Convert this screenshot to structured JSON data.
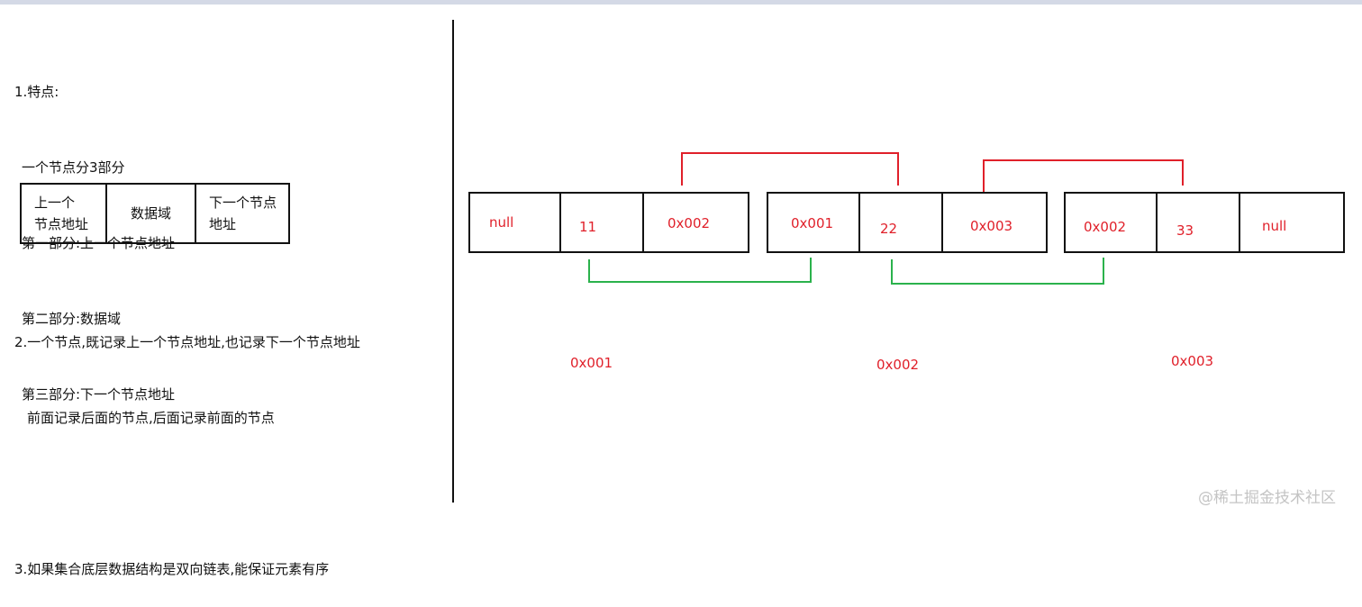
{
  "notes": {
    "line1": "1.特点:",
    "line2": "一个节点分3部分",
    "line3": "第一部分:上一个节点地址",
    "line4": "第二部分:数据域",
    "line5": "第三部分:下一个节点地址",
    "line6": "2.一个节点,既记录上一个节点地址,也记录下一个节点地址",
    "line7": "前面记录后面的节点,后面记录前面的节点",
    "line8": "3.如果集合底层数据结构是双向链表,能保证元素有序"
  },
  "legend": {
    "prev_line1": "上一个",
    "prev_line2": "节点地址",
    "data": "数据域",
    "next_line1": "下一个节点",
    "next_line2": "地址"
  },
  "nodes": [
    {
      "prev": "null",
      "data": "11",
      "next": "0x002",
      "address": "0x001"
    },
    {
      "prev": "0x001",
      "data": "22",
      "next": "0x003",
      "address": "0x002"
    },
    {
      "prev": "0x002",
      "data": "33",
      "next": "null",
      "address": "0x003"
    }
  ],
  "colors": {
    "text_red": "#e0202a",
    "forward_link": "#e0202a",
    "backward_link": "#2bb24c",
    "border": "#111111"
  },
  "watermark": "@稀土掘金技术社区"
}
